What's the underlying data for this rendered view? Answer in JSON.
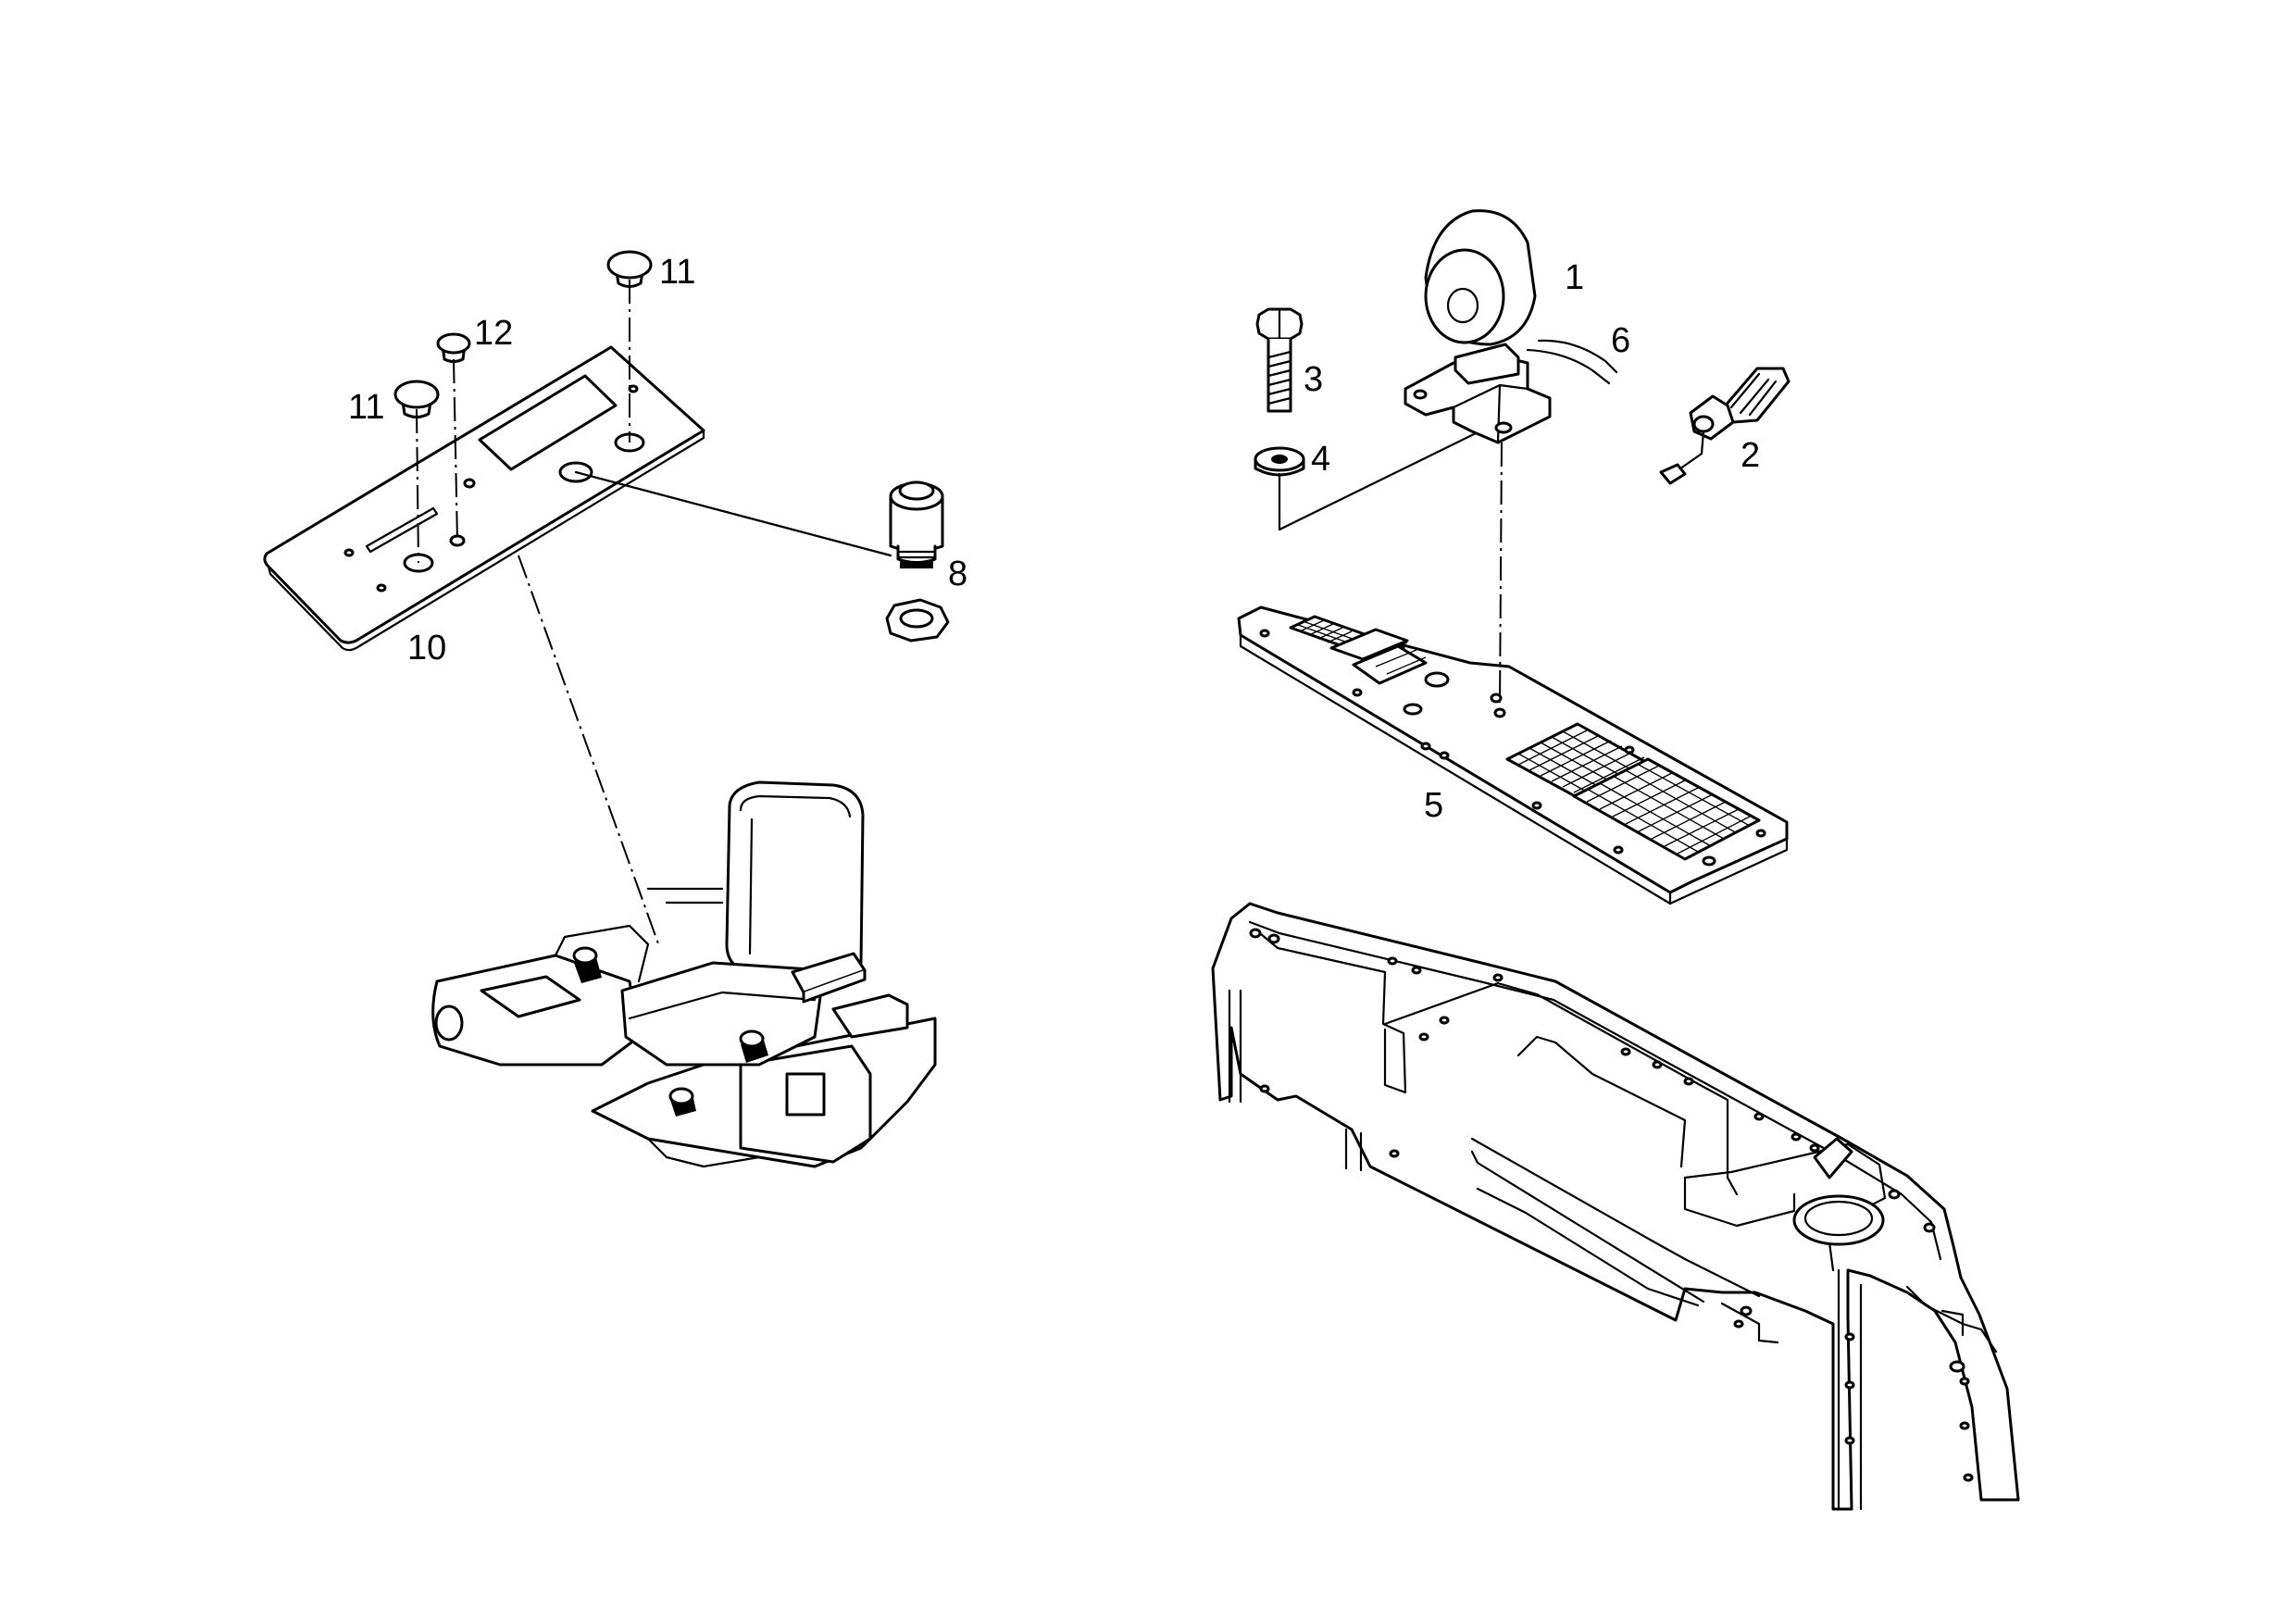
{
  "labels": {
    "p1": "1",
    "p2": "2",
    "p3": "3",
    "p4": "4",
    "p5": "5",
    "p6": "6",
    "p8": "8",
    "p10": "10",
    "p11a": "11",
    "p11b": "11",
    "p12": "12"
  }
}
